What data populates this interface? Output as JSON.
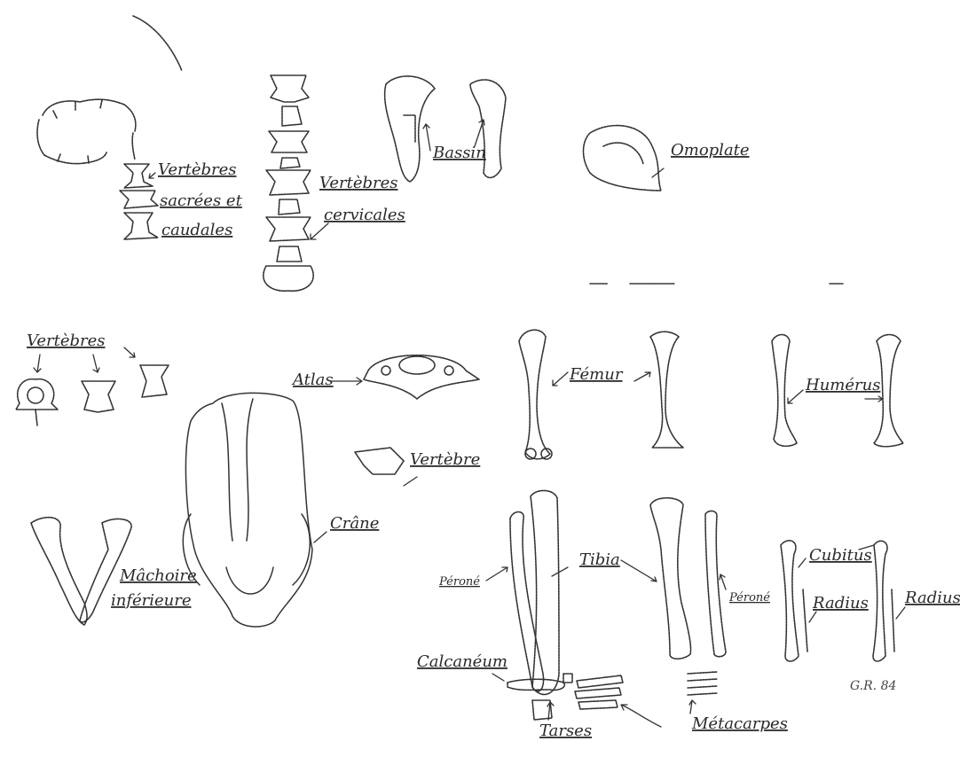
{
  "diagram": {
    "labels": {
      "vertebres_sacrees_1": "Vertèbres",
      "vertebres_sacrees_2": "sacrées et",
      "vertebres_sacrees_3": "caudales",
      "vertebres_cervicales_1": "Vertèbres",
      "vertebres_cervicales_2": "cervicales",
      "bassin": "Bassin",
      "omoplate": "Omoplate",
      "vertebres": "Vertèbres",
      "atlas": "Atlas",
      "vertebre": "Vertèbre",
      "femur": "Fémur",
      "humerus": "Humérus",
      "machoire_1": "Mâchoire",
      "machoire_2": "inférieure",
      "crane": "Crâne",
      "perone_left": "Péroné",
      "tibia": "Tibia",
      "perone_right": "Péroné",
      "cubitus": "Cubitus",
      "radius_left": "Radius",
      "radius_right": "Radius",
      "calcaneum": "Calcanéum",
      "tarses": "Tarses",
      "metacarpes": "Métacarpes",
      "signature": "G.R. 84"
    },
    "colors": {
      "ink": "#333333",
      "paper": "#ffffff"
    }
  }
}
